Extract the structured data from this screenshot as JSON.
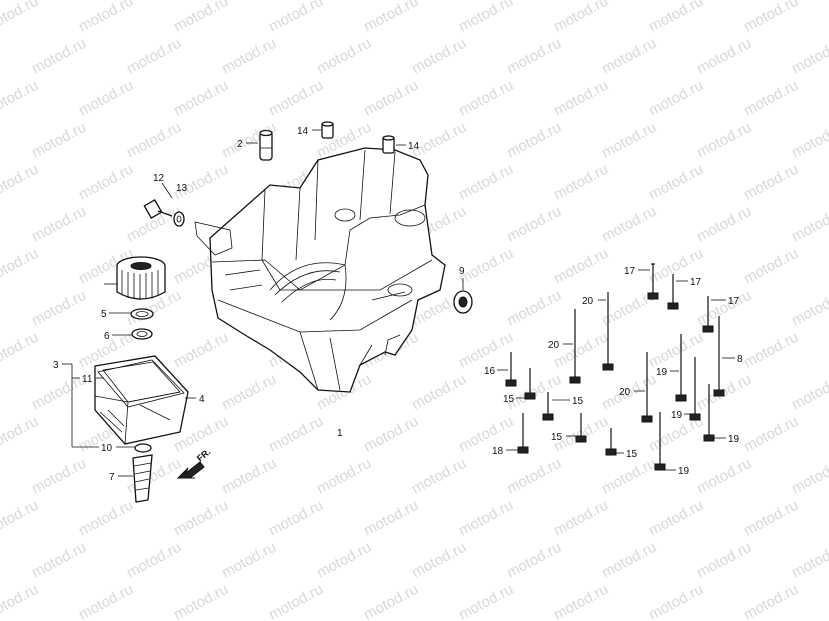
{
  "watermark": {
    "text": "motod.ru"
  },
  "direction_marker": {
    "text": "FR."
  },
  "callouts": {
    "c1": "1",
    "c2": "2",
    "c3": "3",
    "c4": "4",
    "c5": "5",
    "c6": "6",
    "c7": "7",
    "c8": "8",
    "c9": "9",
    "c10": "10",
    "c11": "11",
    "c12": "12",
    "c13": "13",
    "c14": "14",
    "c15": "15",
    "c16": "16",
    "c17": "17",
    "c18": "18",
    "c19": "19",
    "c20": "20"
  }
}
